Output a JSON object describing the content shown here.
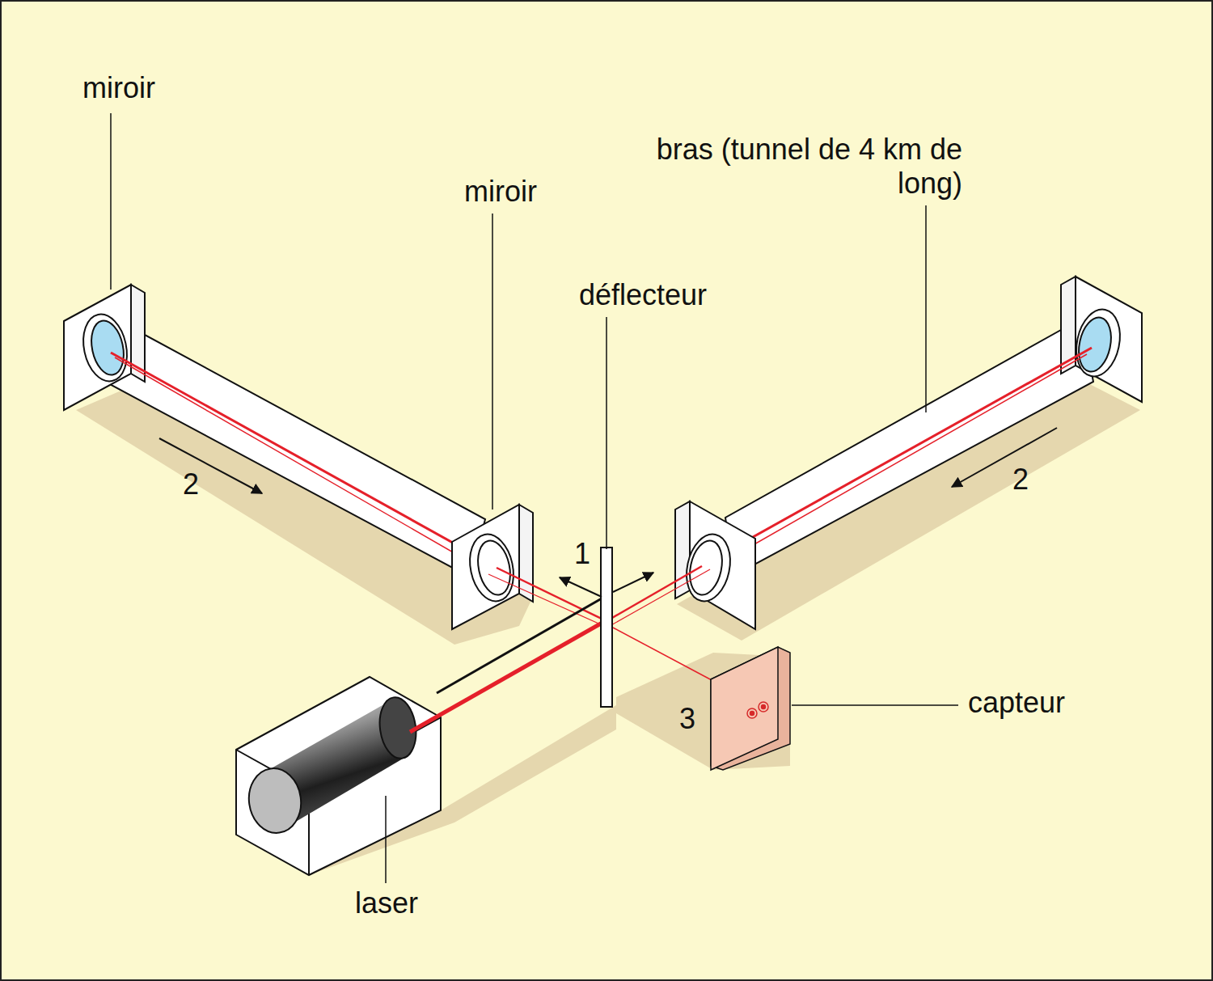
{
  "diagram": {
    "labels": [
      "miroir",
      "miroir",
      "bras (tunnel de 4 km de long)",
      "déflecteur",
      "1",
      "2",
      "2",
      "3",
      "capteur",
      "laser"
    ]
  }
}
